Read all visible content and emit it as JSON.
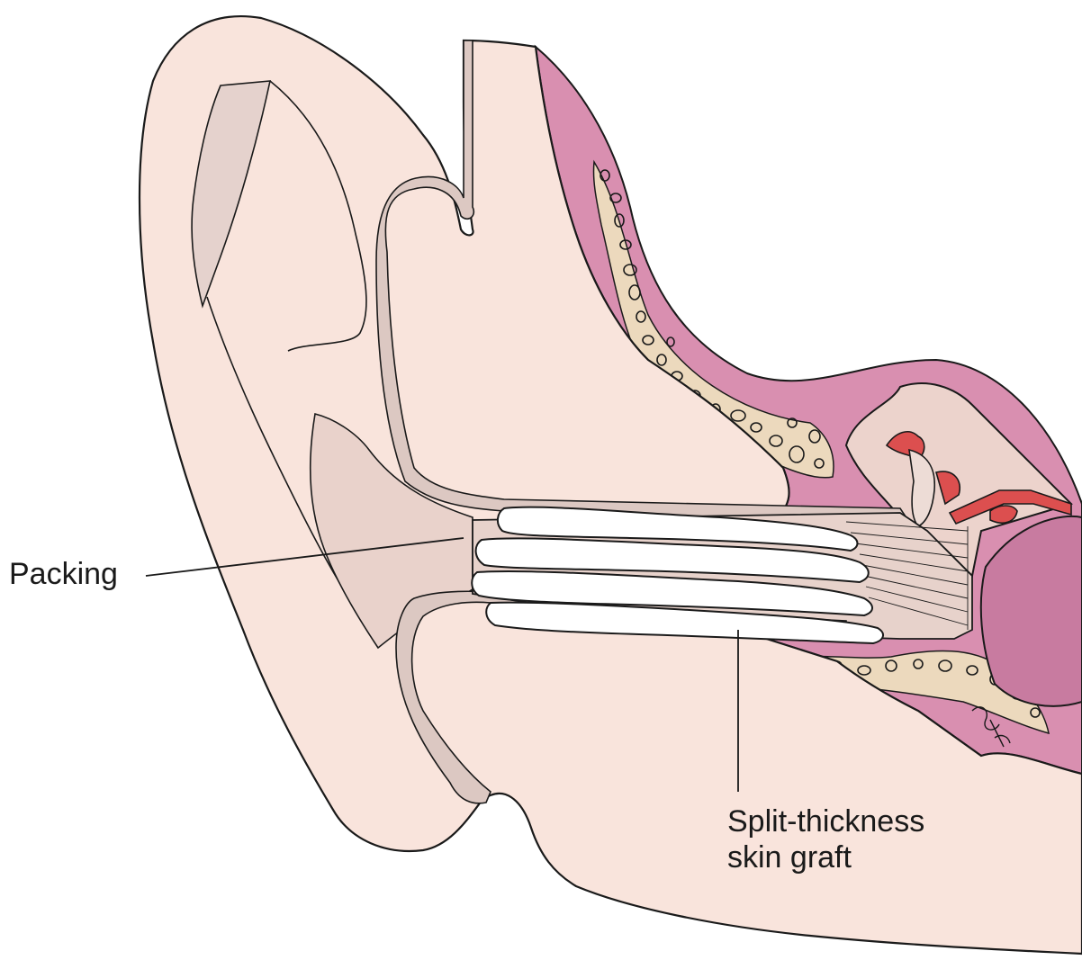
{
  "figure": {
    "labels": {
      "packing": "Packing",
      "graft_line1": "Split-thickness",
      "graft_line2": "skin graft"
    }
  },
  "colors": {
    "background": "#ffffff",
    "skin": "#f9e4dc",
    "skin_shadow": "#e9cfc7",
    "cartilage_band": "#dcc8c2",
    "mucosa": "#d98fb0",
    "mucosa_dark": "#c06f96",
    "bone": "#ecd9bd",
    "ossicle": "#dc4f4f",
    "packing": "#ffffff",
    "line": "#1a1a1a"
  }
}
